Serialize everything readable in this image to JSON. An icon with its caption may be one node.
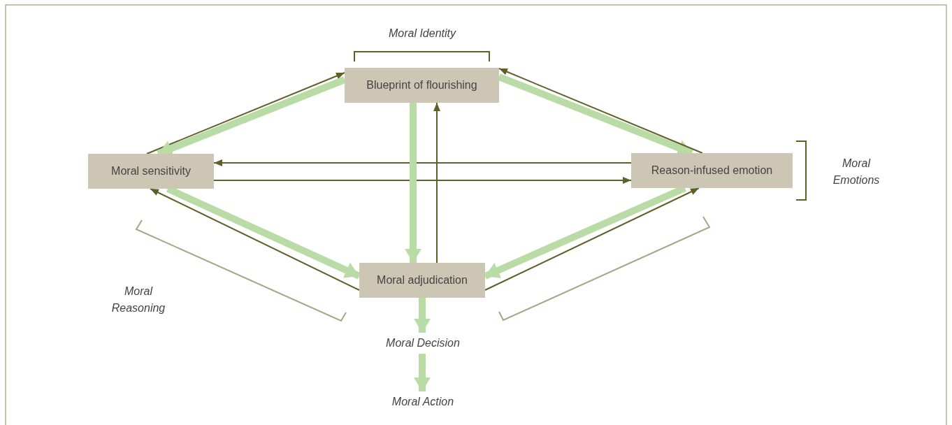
{
  "diagram": {
    "nodes": [
      {
        "text": [
          "Blueprint of flourishing"
        ]
      },
      {
        "text": [
          "Moral sensitivity"
        ]
      },
      {
        "text": [
          "Reason-infused emotion"
        ]
      },
      {
        "text": [
          "Moral adjudication"
        ]
      },
      {
        "text": [
          "Moral Decision"
        ]
      },
      {
        "text": [
          "Moral Action"
        ]
      }
    ],
    "edges": [
      {
        "from": 1,
        "to": 0,
        "arrow": "to"
      },
      {
        "from": 0,
        "to": 1,
        "arrow": "to",
        "style": "thick",
        "color": "#b9dca6"
      },
      {
        "from": 0,
        "to": 2,
        "arrow": "to",
        "style": "thick",
        "color": "#b9dca6"
      },
      {
        "from": 2,
        "to": 0,
        "arrow": "to"
      },
      {
        "from": 2,
        "to": 1,
        "arrow": "to"
      },
      {
        "from": 1,
        "to": 2,
        "arrow": "to"
      },
      {
        "from": 0,
        "to": 3,
        "arrow": "to",
        "style": "thick",
        "color": "#b9dca6"
      },
      {
        "from": 3,
        "to": 0,
        "arrow": "to"
      },
      {
        "from": 1,
        "to": 3,
        "arrow": "to",
        "style": "thick",
        "color": "#b9dca6"
      },
      {
        "from": 3,
        "to": 1,
        "arrow": "to"
      },
      {
        "from": 2,
        "to": 3,
        "arrow": "to",
        "style": "thick",
        "color": "#b9dca6"
      },
      {
        "from": 3,
        "to": 2,
        "arrow": "to"
      },
      {
        "from": 3,
        "to": 4,
        "arrow": "to",
        "style": "thick",
        "color": "#b9dca6"
      },
      {
        "from": 4,
        "to": 5,
        "arrow": "to",
        "style": "thick",
        "color": "#b9dca6"
      }
    ],
    "labels": [
      "Moral Identity",
      "Moral Emotions",
      "Moral Reasoning"
    ]
  }
}
